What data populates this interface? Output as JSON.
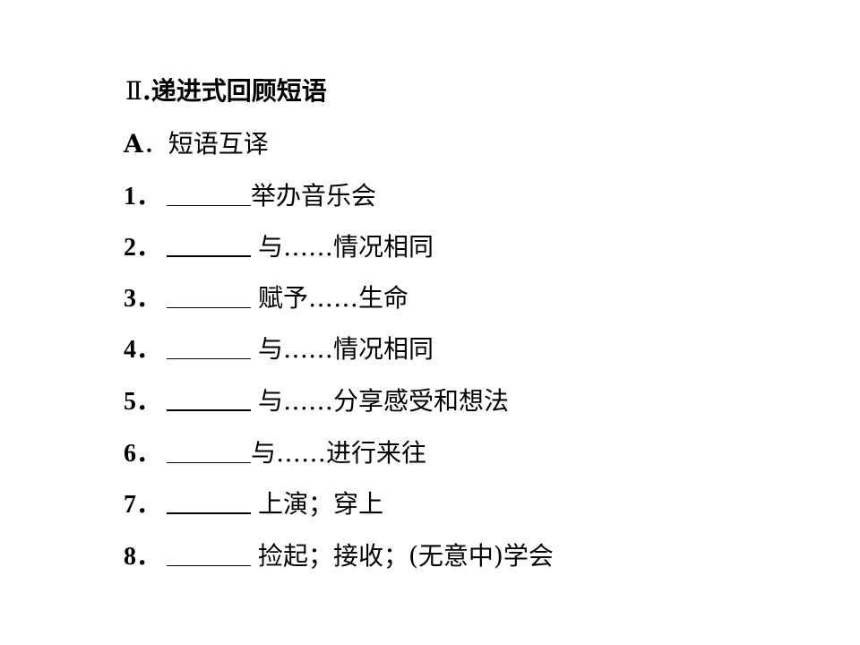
{
  "section": {
    "numeral": "Ⅱ",
    "title": ".递进式回顾短语"
  },
  "subsection": {
    "letter": "A",
    "title": "．短语互译"
  },
  "items": [
    {
      "number": "1．",
      "text": "举办音乐会"
    },
    {
      "number": "2．",
      "text": "与……情况相同"
    },
    {
      "number": "3．",
      "text": "赋予……生命"
    },
    {
      "number": "4．",
      "text": "与……情况相同"
    },
    {
      "number": "5．",
      "text": "与……分享感受和想法"
    },
    {
      "number": "6．",
      "text": "与……进行来往"
    },
    {
      "number": "7．",
      "text": "上演；穿上"
    },
    {
      "number": "8．",
      "text": "捡起；接收；(无意中)学会"
    }
  ]
}
